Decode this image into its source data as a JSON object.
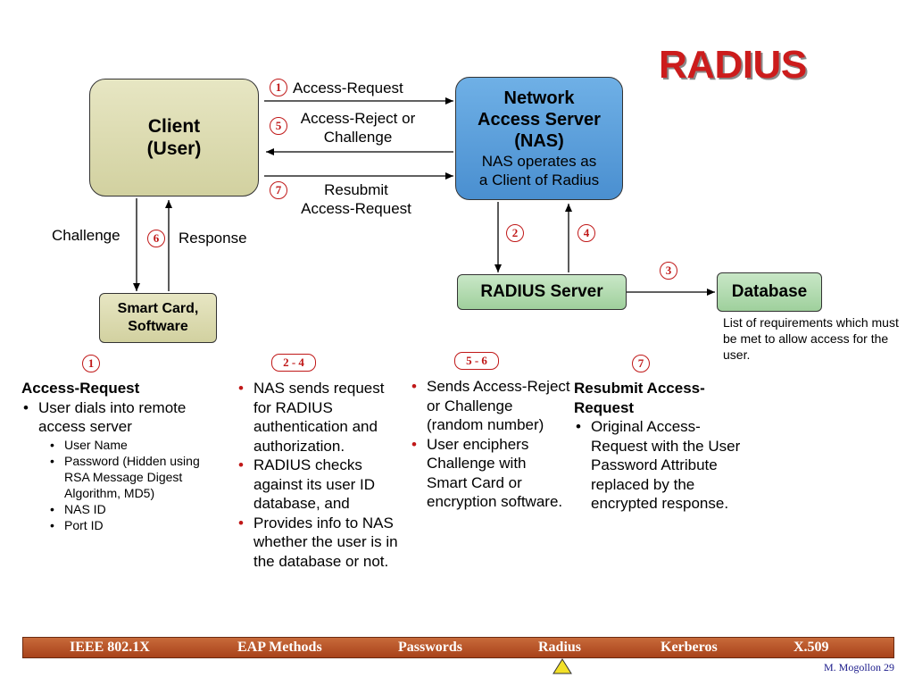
{
  "title": "RADIUS",
  "boxes": {
    "client": {
      "line1": "Client",
      "line2": "(User)"
    },
    "nas": {
      "line1": "Network",
      "line2": "Access Server",
      "line3": "(NAS)",
      "sub1": "NAS operates as",
      "sub2": "a Client of Radius"
    },
    "radius_server": "RADIUS Server",
    "database": "Database",
    "smart_card": {
      "line1": "Smart Card,",
      "line2": "Software"
    }
  },
  "arrow_labels": {
    "access_request": "Access-Request",
    "access_reject_1": "Access-Reject or",
    "access_reject_2": "Challenge",
    "resubmit_1": "Resubmit",
    "resubmit_2": "Access-Request",
    "challenge": "Challenge",
    "response": "Response"
  },
  "step_markers": {
    "s1": "1",
    "s5": "5",
    "s7": "7",
    "s2": "2",
    "s4": "4",
    "s3": "3",
    "s6": "6",
    "c1": "1",
    "c24": "2 - 4",
    "c56": "5 - 6",
    "c7": "7"
  },
  "database_note": "List of requirements which must be met to allow access for the user.",
  "columns": {
    "col1": {
      "heading": "Access-Request",
      "bullet": "User dials into remote access server",
      "sub": [
        "User Name",
        "Password (Hidden using RSA Message Digest Algorithm, MD5)",
        "NAS ID",
        "Port ID"
      ]
    },
    "col2": {
      "bullets": [
        "NAS sends request for RADIUS authentication and authorization.",
        "RADIUS checks against its user ID database, and",
        "Provides info to NAS whether the user is in the database or not."
      ]
    },
    "col3": {
      "bullets": [
        "Sends Access-Reject or Challenge (random number)",
        "User enciphers Challenge with Smart Card or encryption software."
      ]
    },
    "col4": {
      "heading": "Resubmit Access-Request",
      "bullet": "Original Access-Request with the User Password Attribute replaced by the encrypted response."
    }
  },
  "footer": {
    "nav": [
      "IEEE 802.1X",
      "EAP Methods",
      "Passwords",
      "Radius",
      "Kerberos",
      "X.509"
    ],
    "page": "M. Mogollon 29"
  },
  "colors": {
    "title_red": "#cc1c1c",
    "marker_red": "#c01818",
    "footer_bar": "#b0501f",
    "nas_blue": "#5a9ddb",
    "green_box": "#aed8aa",
    "khaki_box": "#dcdbb0"
  }
}
